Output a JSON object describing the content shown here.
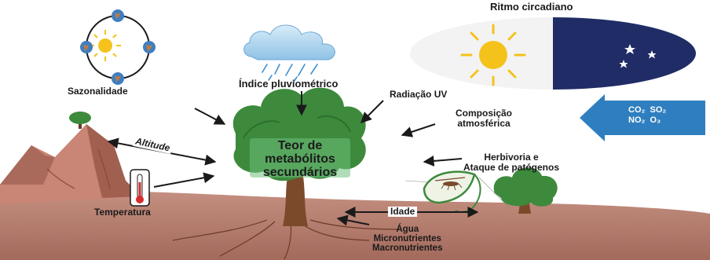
{
  "labels": {
    "sazonalidade": "Sazonalidade",
    "indice": "Índice pluviométrico",
    "radiacao": "Radiação UV",
    "ritmo": "Ritmo circadiano",
    "composicao_1": "Composição",
    "composicao_2": "atmosférica",
    "herbivoria_1": "Herbivoria e",
    "herbivoria_2": "Ataque de patógenos",
    "altitude": "Altitude",
    "temperatura": "Temperatura",
    "idade": "Idade",
    "agua": "Água",
    "micro": "Micronutrientes",
    "macro": "Macronutrientes"
  },
  "center": {
    "line1": "Teor de",
    "line2": "metabólitos",
    "line3": "secundários"
  },
  "gases": {
    "co2": "CO₂",
    "so2": "SO₂",
    "no2": "NO₂",
    "o3": "O₃"
  },
  "colors": {
    "soil": "#b0786a",
    "foliage": "#3d8a3c",
    "trunk": "#7a4a2a",
    "arrow_box": "#2f7fc0",
    "night": "#1f2c66",
    "sun": "#f5c21b"
  }
}
